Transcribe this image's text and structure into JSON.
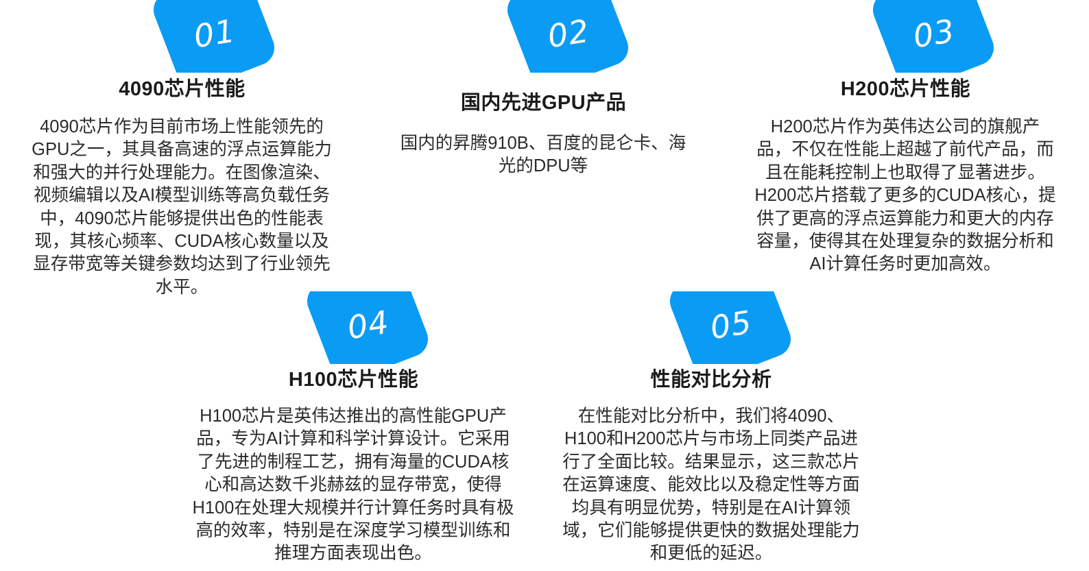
{
  "theme": {
    "accent": "#0a9bf5",
    "title_color": "#1b1b1b",
    "body_color": "#2b2b2b",
    "background": "#ffffff"
  },
  "sections": [
    {
      "number": "01",
      "title": "4090芯片性能",
      "body": "4090芯片作为目前市场上性能领先的GPU之一，其具备高速的浮点运算能力和强大的并行处理能力。在图像渲染、视频编辑以及AI模型训练等高负载任务中，4090芯片能够提供出色的性能表现，其核心频率、CUDA核心数量以及显存带宽等关键参数均达到了行业领先水平。"
    },
    {
      "number": "02",
      "title": "国内先进GPU产品",
      "body": "国内的昇腾910B、百度的昆仑卡、海光的DPU等"
    },
    {
      "number": "03",
      "title": "H200芯片性能",
      "body": "H200芯片作为英伟达公司的旗舰产品，不仅在性能上超越了前代产品，而且在能耗控制上也取得了显著进步。H200芯片搭载了更多的CUDA核心，提供了更高的浮点运算能力和更大的内存容量，使得其在处理复杂的数据分析和AI计算任务时更加高效。"
    },
    {
      "number": "04",
      "title": "H100芯片性能",
      "body": "H100芯片是英伟达推出的高性能GPU产品，专为AI计算和科学计算设计。它采用了先进的制程工艺，拥有海量的CUDA核心和高达数千兆赫兹的显存带宽，使得H100在处理大规模并行计算任务时具有极高的效率，特别是在深度学习模型训练和推理方面表现出色。"
    },
    {
      "number": "05",
      "title": "性能对比分析",
      "body": "在性能对比分析中，我们将4090、H100和H200芯片与市场上同类产品进行了全面比较。结果显示，这三款芯片在运算速度、能效比以及稳定性等方面均具有明显优势，特别是在AI计算领域，它们能够提供更快的数据处理能力和更低的延迟。"
    }
  ]
}
